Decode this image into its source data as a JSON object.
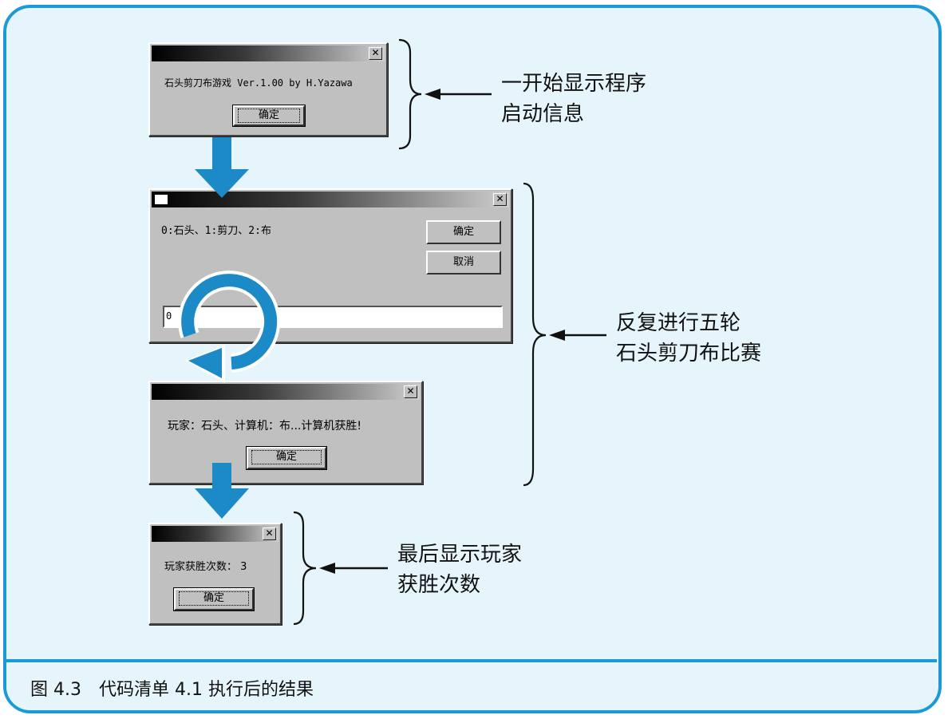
{
  "caption": "图 4.3　代码清单 4.1 执行后的结果",
  "colors": {
    "accent": "#1a9ad6",
    "panel": "#e6f5fc",
    "arrow": "#1b8ac6"
  },
  "dialog1": {
    "message": "石头剪刀布游戏 Ver.1.00 by H.Yazawa",
    "ok": "确定",
    "close": "✕"
  },
  "dialog2": {
    "prompt": "0:石头、1:剪刀、2:布",
    "ok": "确定",
    "cancel": "取消",
    "input_value": "0",
    "close": "✕"
  },
  "dialog3": {
    "message": "玩家：石头、计算机：布...计算机获胜!",
    "ok": "确定",
    "close": "✕"
  },
  "dialog4": {
    "message": "玩家获胜次数： 3",
    "ok": "确定",
    "close": "✕"
  },
  "annotations": {
    "start": [
      "一开始显示程序",
      "启动信息"
    ],
    "loop": [
      "反复进行五轮",
      "石头剪刀布比赛"
    ],
    "end": [
      "最后显示玩家",
      "获胜次数"
    ]
  },
  "icons": [
    "close-icon",
    "down-arrow-icon",
    "loop-arrow-icon",
    "brace-icon",
    "pointer-arrow-icon"
  ]
}
